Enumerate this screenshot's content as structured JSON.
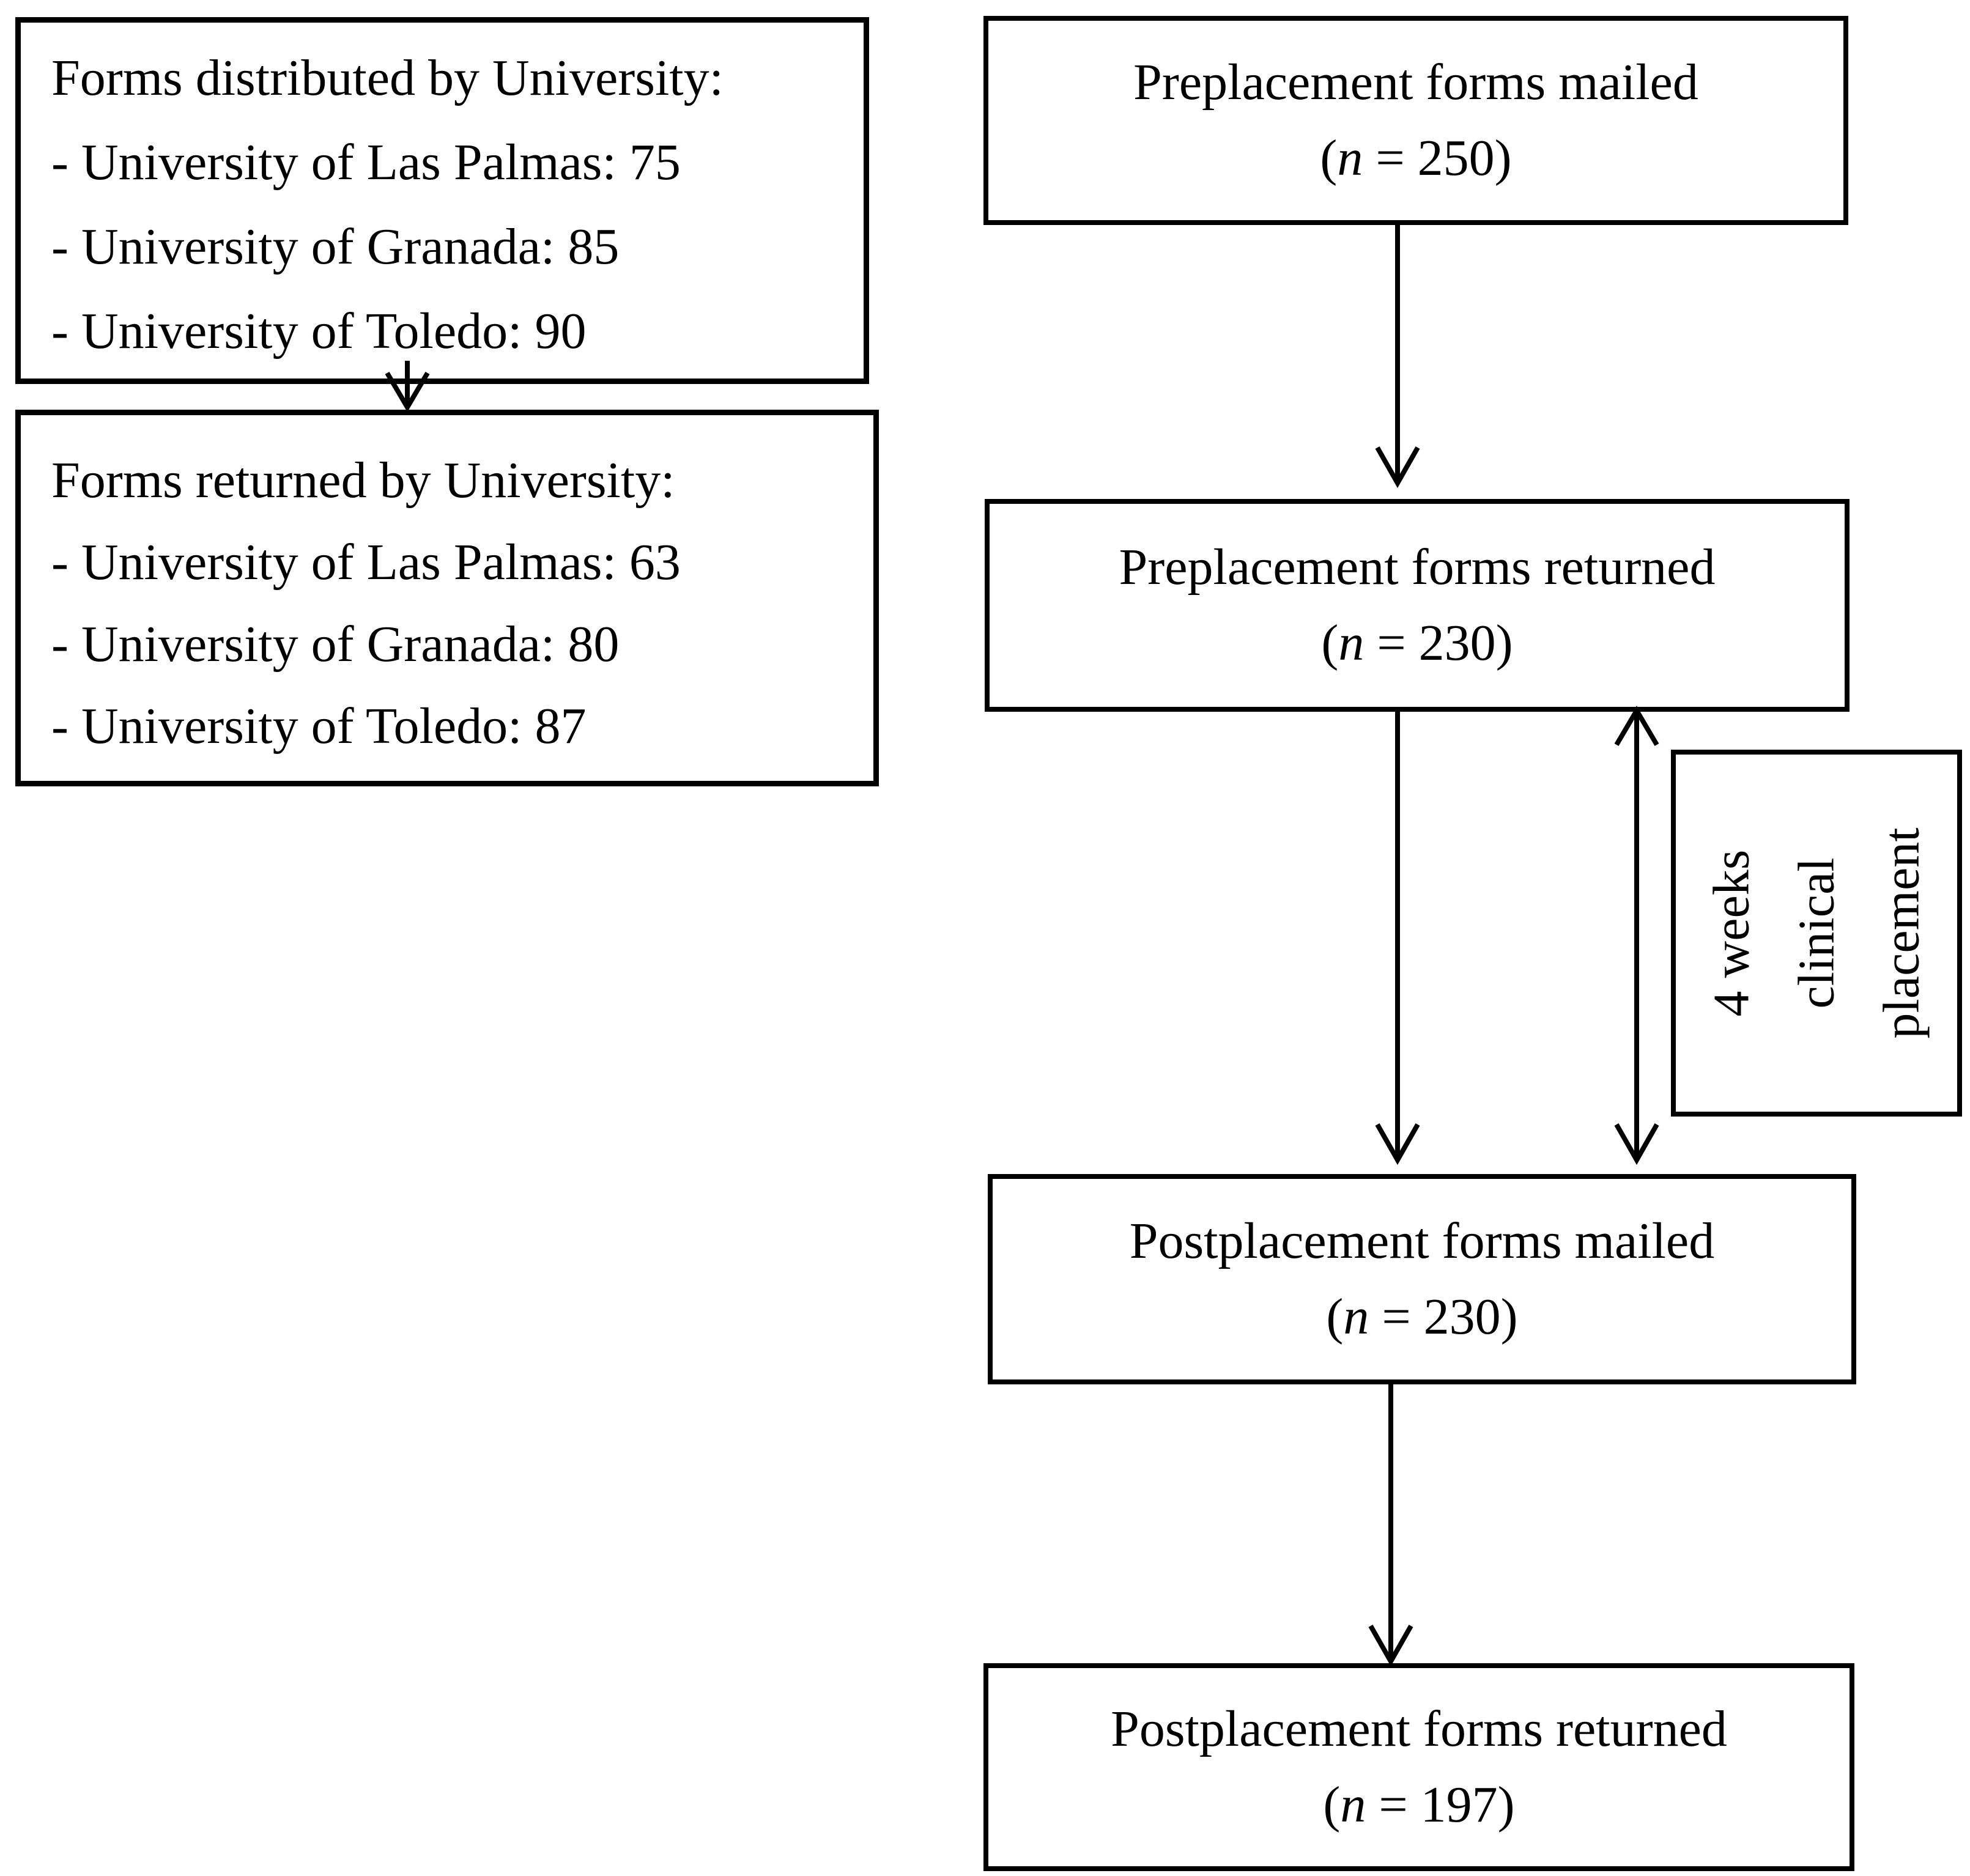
{
  "figure": {
    "background": "#ffffff",
    "line_color": "#000000",
    "left_column": {
      "distributed_box": {
        "title": "Forms distributed by University:",
        "items": [
          "- University of Las Palmas: 75",
          "- University of Granada: 85",
          "- University of Toledo: 90"
        ]
      },
      "returned_box": {
        "title": "Forms returned by University:",
        "items": [
          "- University of Las Palmas: 63",
          "- University of Granada: 80",
          "- University of Toledo: 87"
        ]
      }
    },
    "right_column": {
      "preplacement_mailed": {
        "title": "Preplacement forms mailed",
        "open": "(",
        "var": "n",
        "rest": " = 250)"
      },
      "preplacement_returned": {
        "title": "Preplacement forms returned",
        "open": "(",
        "var": "n",
        "rest": " = 230)"
      },
      "postplacement_mailed": {
        "title": "Postplacement forms mailed",
        "open": "(",
        "var": "n",
        "rest": " = 230)"
      },
      "postplacement_returned": {
        "title": "Postplacement forms returned",
        "open": "(",
        "var": "n",
        "rest": " = 197)"
      },
      "placement_note": {
        "lines": [
          "4 weeks",
          "clinical",
          "placement"
        ]
      }
    }
  }
}
